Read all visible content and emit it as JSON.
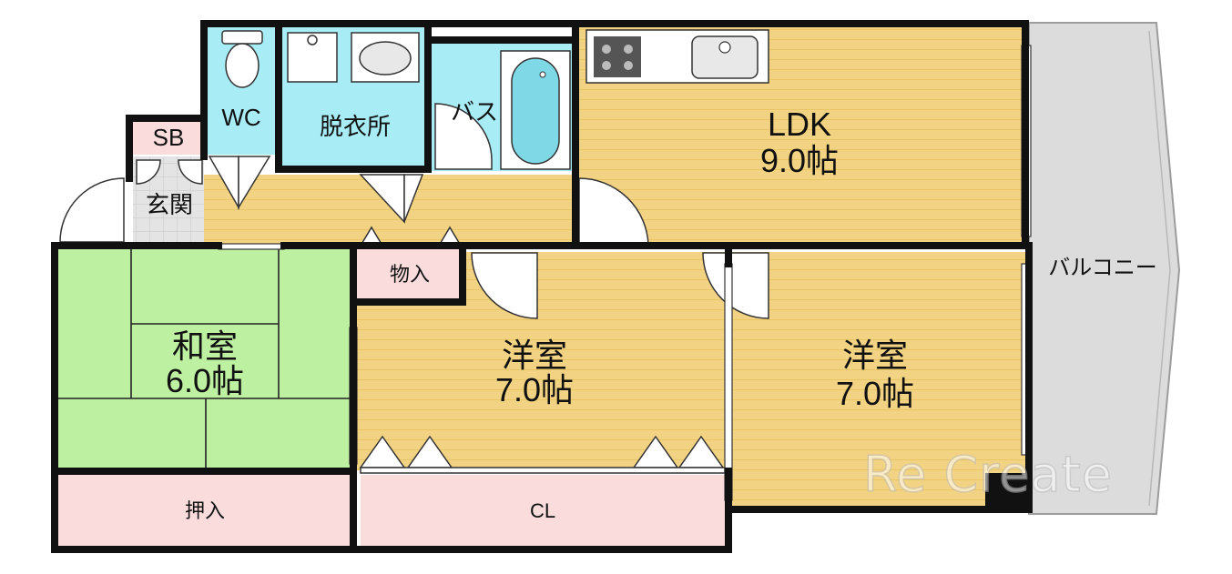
{
  "rooms": {
    "ldk": {
      "name": "LDK",
      "size": "9.0帖"
    },
    "washitsu": {
      "name": "和室",
      "size": "6.0帖"
    },
    "yoshitsu_1": {
      "name": "洋室",
      "size": "7.0帖"
    },
    "yoshitsu_2": {
      "name": "洋室",
      "size": "7.0帖"
    },
    "wc": "WC",
    "dressing": "脱衣所",
    "bath": "バス",
    "shoebox": "SB",
    "entrance": "玄関",
    "storage": "物入",
    "oshiire": "押入",
    "closet": "CL",
    "balcony": "バルコニー"
  },
  "watermark": "Re Create",
  "colors": {
    "wood_floor": "#f2d383",
    "tatami": "#bdf0a0",
    "wet_area": "#a8ecf6",
    "storage": "#fadcdc",
    "balcony": "#dcdcdc",
    "wall": "#111111"
  }
}
